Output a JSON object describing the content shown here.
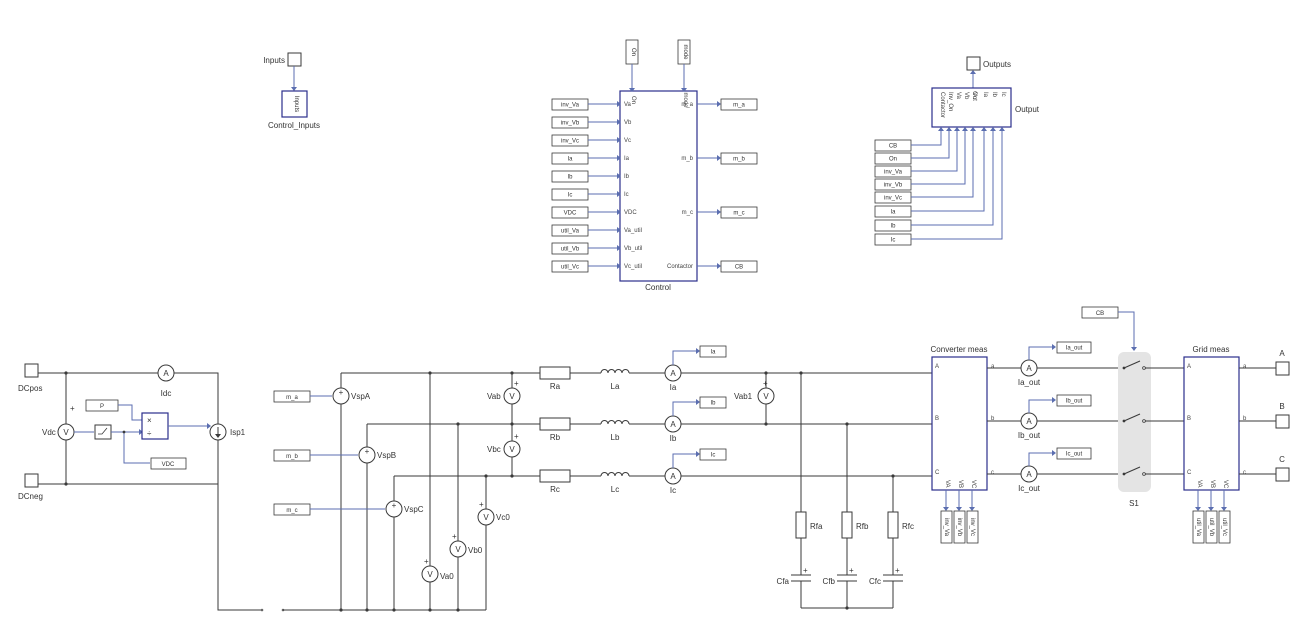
{
  "colors": {
    "wire": "#3a3a3a",
    "signal": "#5b6eb0",
    "block_border": "#2b2e8c",
    "switch_shade": "#e4e4e4"
  },
  "top_left": {
    "inputs_label": "Inputs",
    "subsystem_name": "Control_Inputs",
    "subsystem_text": "Inputs"
  },
  "control": {
    "name": "Control",
    "top_tags": [
      "On",
      "mode"
    ],
    "top_ports": [
      "On",
      "mode"
    ],
    "left_tags": [
      "inv_Va",
      "inv_Vb",
      "inv_Vc",
      "Ia",
      "Ib",
      "Ic",
      "VDC",
      "util_Va",
      "util_Vb",
      "util_Vc"
    ],
    "left_ports": [
      "Va",
      "Vb",
      "Vc",
      "Ia",
      "Ib",
      "Ic",
      "VDC",
      "Va_util",
      "Vb_util",
      "Vc_util"
    ],
    "right_ports": [
      "m_a",
      "m_b",
      "m_c",
      "Contactor"
    ],
    "right_tags": [
      "m_a",
      "m_b",
      "m_c",
      "CB"
    ]
  },
  "output": {
    "name": "Output",
    "outputs_label": "Outputs",
    "top_ports": [
      "Contactor",
      "Inv_On",
      "Va",
      "Vb",
      "Vc",
      "Ia",
      "Ib",
      "Ic"
    ],
    "out_port": "Out",
    "tags": [
      "CB",
      "On",
      "inv_Va",
      "inv_Vb",
      "inv_Vc",
      "Ia",
      "Ib",
      "Ic"
    ]
  },
  "dc": {
    "dcpos": "DCpos",
    "dcneg": "DCneg",
    "vdc": "Vdc",
    "idc": "Idc",
    "p_tag": "P",
    "vdc_tag": "VDC",
    "isp1": "Isp1",
    "mult": "×",
    "div": "÷"
  },
  "sources": {
    "tags": [
      "m_a",
      "m_b",
      "m_c"
    ],
    "names": [
      "VspA",
      "VspB",
      "VspC"
    ],
    "va0": "Va0",
    "vb0": "Vb0",
    "vc0": "Vc0",
    "vab": "Vab",
    "vbc": "Vbc",
    "vab1": "Vab1"
  },
  "phases": {
    "resistors": [
      "Ra",
      "Rb",
      "Rc"
    ],
    "inductors": [
      "La",
      "Lb",
      "Lc"
    ],
    "ammeters": [
      "Ia",
      "Ib",
      "Ic"
    ],
    "current_tags": [
      "Ia",
      "Ib",
      "Ic"
    ]
  },
  "filter": {
    "resistors": [
      "Rfa",
      "Rfb",
      "Rfc"
    ],
    "capacitors": [
      "Cfa",
      "Cfb",
      "Cfc"
    ]
  },
  "converter_meas": {
    "name": "Converter meas",
    "in_ports": [
      "A",
      "B",
      "C"
    ],
    "out_ports": [
      "a",
      "b",
      "c"
    ],
    "bottom_ports": [
      "VA",
      "VB",
      "VC"
    ],
    "tags": [
      "inv_Va",
      "inv_Vb",
      "inv_Vc"
    ]
  },
  "output_ammeters": {
    "names": [
      "Ia_out",
      "Ib_out",
      "Ic_out"
    ],
    "tags": [
      "Ia_out",
      "Ib_out",
      "Ic_out"
    ]
  },
  "breaker": {
    "name": "S1",
    "tag": "CB"
  },
  "grid_meas": {
    "name": "Grid meas",
    "in_ports": [
      "A",
      "B",
      "C"
    ],
    "out_ports": [
      "a",
      "b",
      "c"
    ],
    "bottom_ports": [
      "VA",
      "VB",
      "VC"
    ],
    "tags": [
      "util_Va",
      "util_Vb",
      "util_Vc"
    ]
  },
  "terminals": [
    "A",
    "B",
    "C"
  ],
  "symbols": {
    "ammeter": "A",
    "voltmeter": "V",
    "plus": "+"
  }
}
